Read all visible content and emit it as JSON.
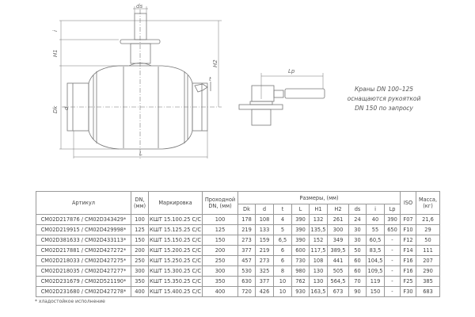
{
  "drawing": {
    "labels": {
      "ds": "ds",
      "i": "i",
      "H1": "H1",
      "H2": "H2",
      "Dk": "Dk",
      "d": "d",
      "L": "L",
      "t": "t",
      "Lp": "Lp"
    }
  },
  "note": [
    "Краны DN 100–125",
    "оснащаются рукояткой",
    "DN 150 по запросу"
  ],
  "table": {
    "headers": {
      "article": "Артикул",
      "dn": "DN, (мм)",
      "marking": "Маркировка",
      "passage": "Проходной DN, (мм)",
      "dimensions": "Размеры, (мм)",
      "iso": "ISO",
      "mass": "Масса, (кг)"
    },
    "dim_columns": [
      "Dk",
      "d",
      "t",
      "L",
      "H1",
      "H2",
      "ds",
      "i",
      "Lp"
    ],
    "rows": [
      [
        "CM02D217876 / CM02D343429*",
        "100",
        "КШТ 15.100.25 С/С",
        "100",
        "178",
        "108",
        "4",
        "390",
        "132",
        "261",
        "24",
        "40",
        "390",
        "F07",
        "21,6"
      ],
      [
        "CM02D219915 / CM02D429998*",
        "125",
        "КШТ 15.125.25 С/С",
        "125",
        "219",
        "133",
        "5",
        "390",
        "135,5",
        "300",
        "30",
        "55",
        "650",
        "F10",
        "29"
      ],
      [
        "CM02D381633 / CM02D433113*",
        "150",
        "КШТ 15.150.25 С/С",
        "150",
        "273",
        "159",
        "6,5",
        "390",
        "152",
        "349",
        "30",
        "60,5",
        "-",
        "F12",
        "50"
      ],
      [
        "CM02D217881 / CM02D427272*",
        "200",
        "КШТ 15.200.25 С/С",
        "200",
        "377",
        "219",
        "6",
        "600",
        "117,5",
        "389,5",
        "50",
        "83,5",
        "-",
        "F14",
        "111"
      ],
      [
        "CM02D218033 / CM02D427275*",
        "250",
        "КШТ 15.250.25 С/С",
        "250",
        "457",
        "273",
        "6",
        "730",
        "108",
        "441",
        "60",
        "104,5",
        "-",
        "F16",
        "207"
      ],
      [
        "CM02D218035 / CM02D427277*",
        "300",
        "КШТ 15.300.25 С/С",
        "300",
        "530",
        "325",
        "8",
        "980",
        "130",
        "505",
        "60",
        "109,5",
        "-",
        "F16",
        "290"
      ],
      [
        "CM02D231679 / CM02D521190*",
        "350",
        "КШТ 15.350.25 С/С",
        "350",
        "630",
        "377",
        "10",
        "762",
        "130",
        "564,5",
        "70",
        "119",
        "-",
        "F25",
        "385"
      ],
      [
        "CM02D231680 / CM02D427278*",
        "400",
        "КШТ 15.400.25 С/С",
        "400",
        "720",
        "426",
        "10",
        "930",
        "163,5",
        "673",
        "90",
        "150",
        "-",
        "F30",
        "683"
      ]
    ]
  },
  "footnote": "* хладостойкое исполнение"
}
